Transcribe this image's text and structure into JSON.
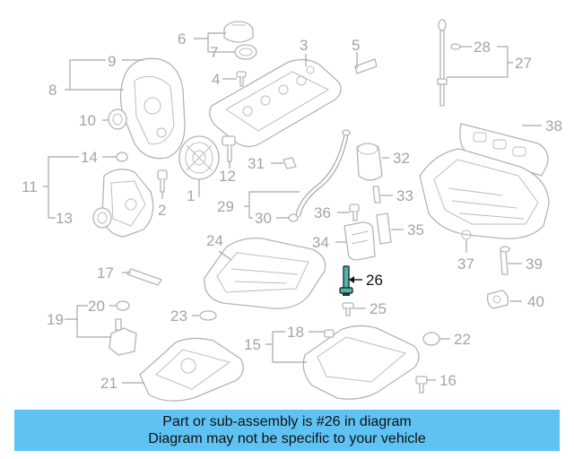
{
  "diagram": {
    "highlighted_part": "26",
    "callouts": [
      "1",
      "2",
      "3",
      "4",
      "5",
      "6",
      "7",
      "8",
      "9",
      "10",
      "11",
      "12",
      "13",
      "14",
      "15",
      "16",
      "17",
      "18",
      "19",
      "20",
      "21",
      "22",
      "23",
      "24",
      "25",
      "26",
      "27",
      "28",
      "29",
      "30",
      "31",
      "32",
      "33",
      "34",
      "35",
      "36",
      "37",
      "38",
      "39",
      "40"
    ]
  },
  "banner": {
    "line1": "Part or sub-assembly is #26 in diagram",
    "line2": "Diagram may not be specific to your vehicle"
  },
  "colors": {
    "banner_bg": "#5ec2f3",
    "highlight_part": "#4fb6a8",
    "muted_lines": "#b4b4b4"
  }
}
